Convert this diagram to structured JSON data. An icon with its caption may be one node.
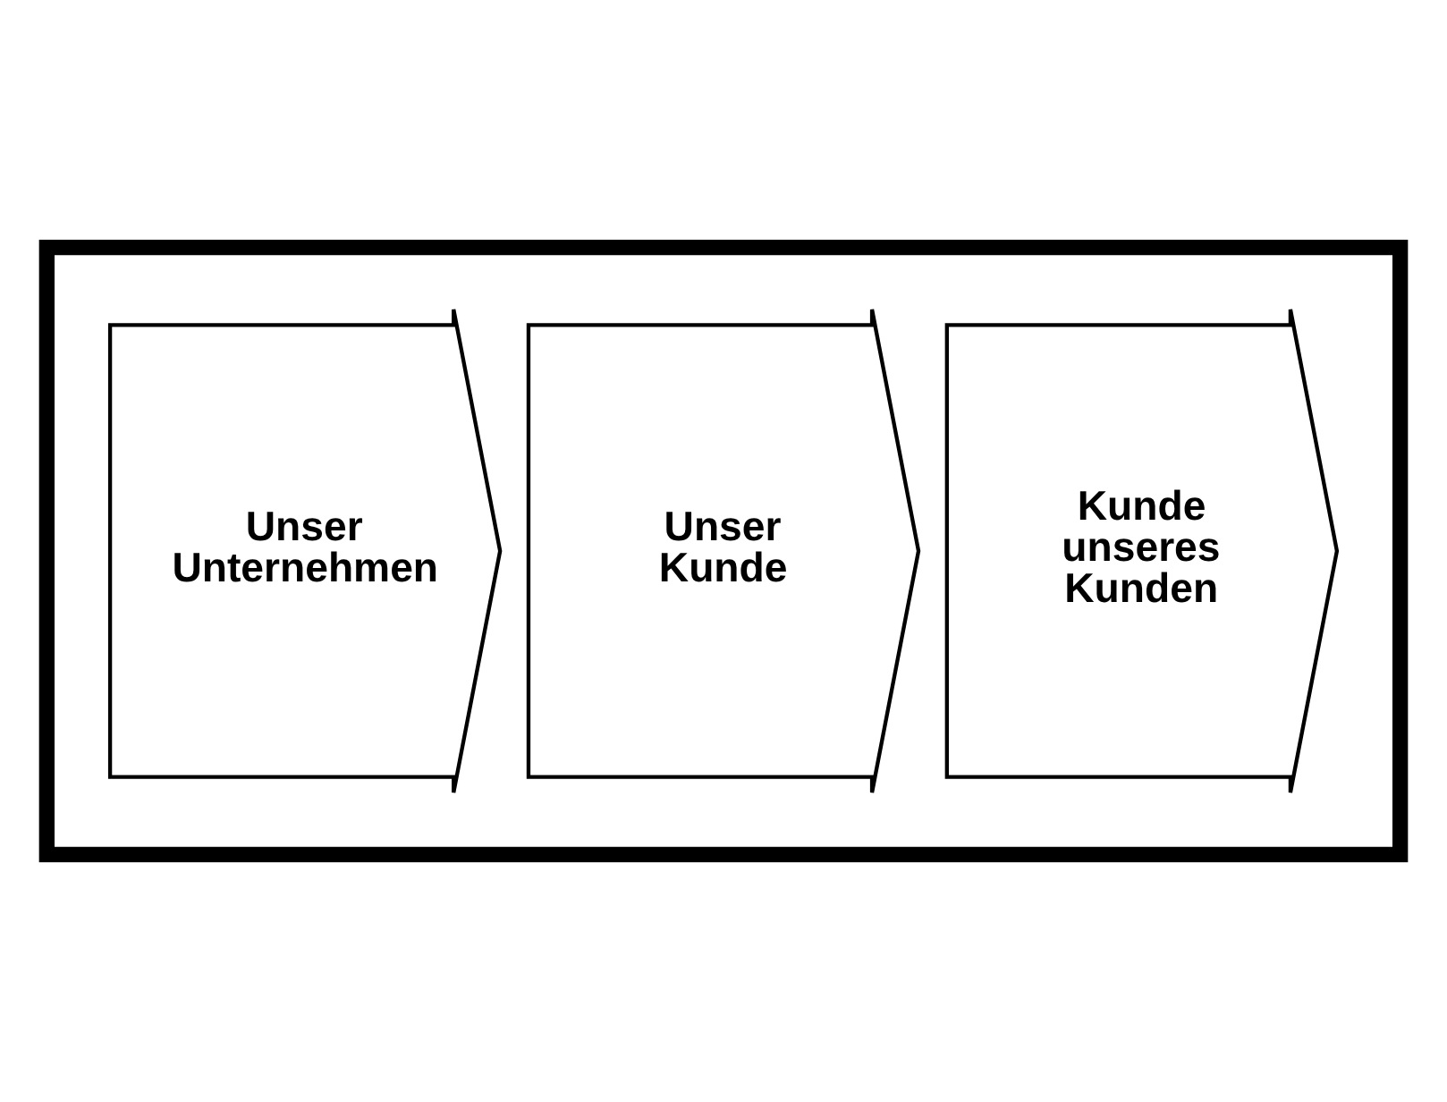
{
  "diagram": {
    "nodes": [
      {
        "text": [],
        "shape": "box"
      },
      {
        "text": [
          "Unser Unternehmen"
        ],
        "in": 0
      },
      {
        "text": [
          "Unser Kunde"
        ],
        "in": 0
      },
      {
        "text": [
          "Kunde unseres Kunden"
        ],
        "in": 0
      }
    ]
  }
}
